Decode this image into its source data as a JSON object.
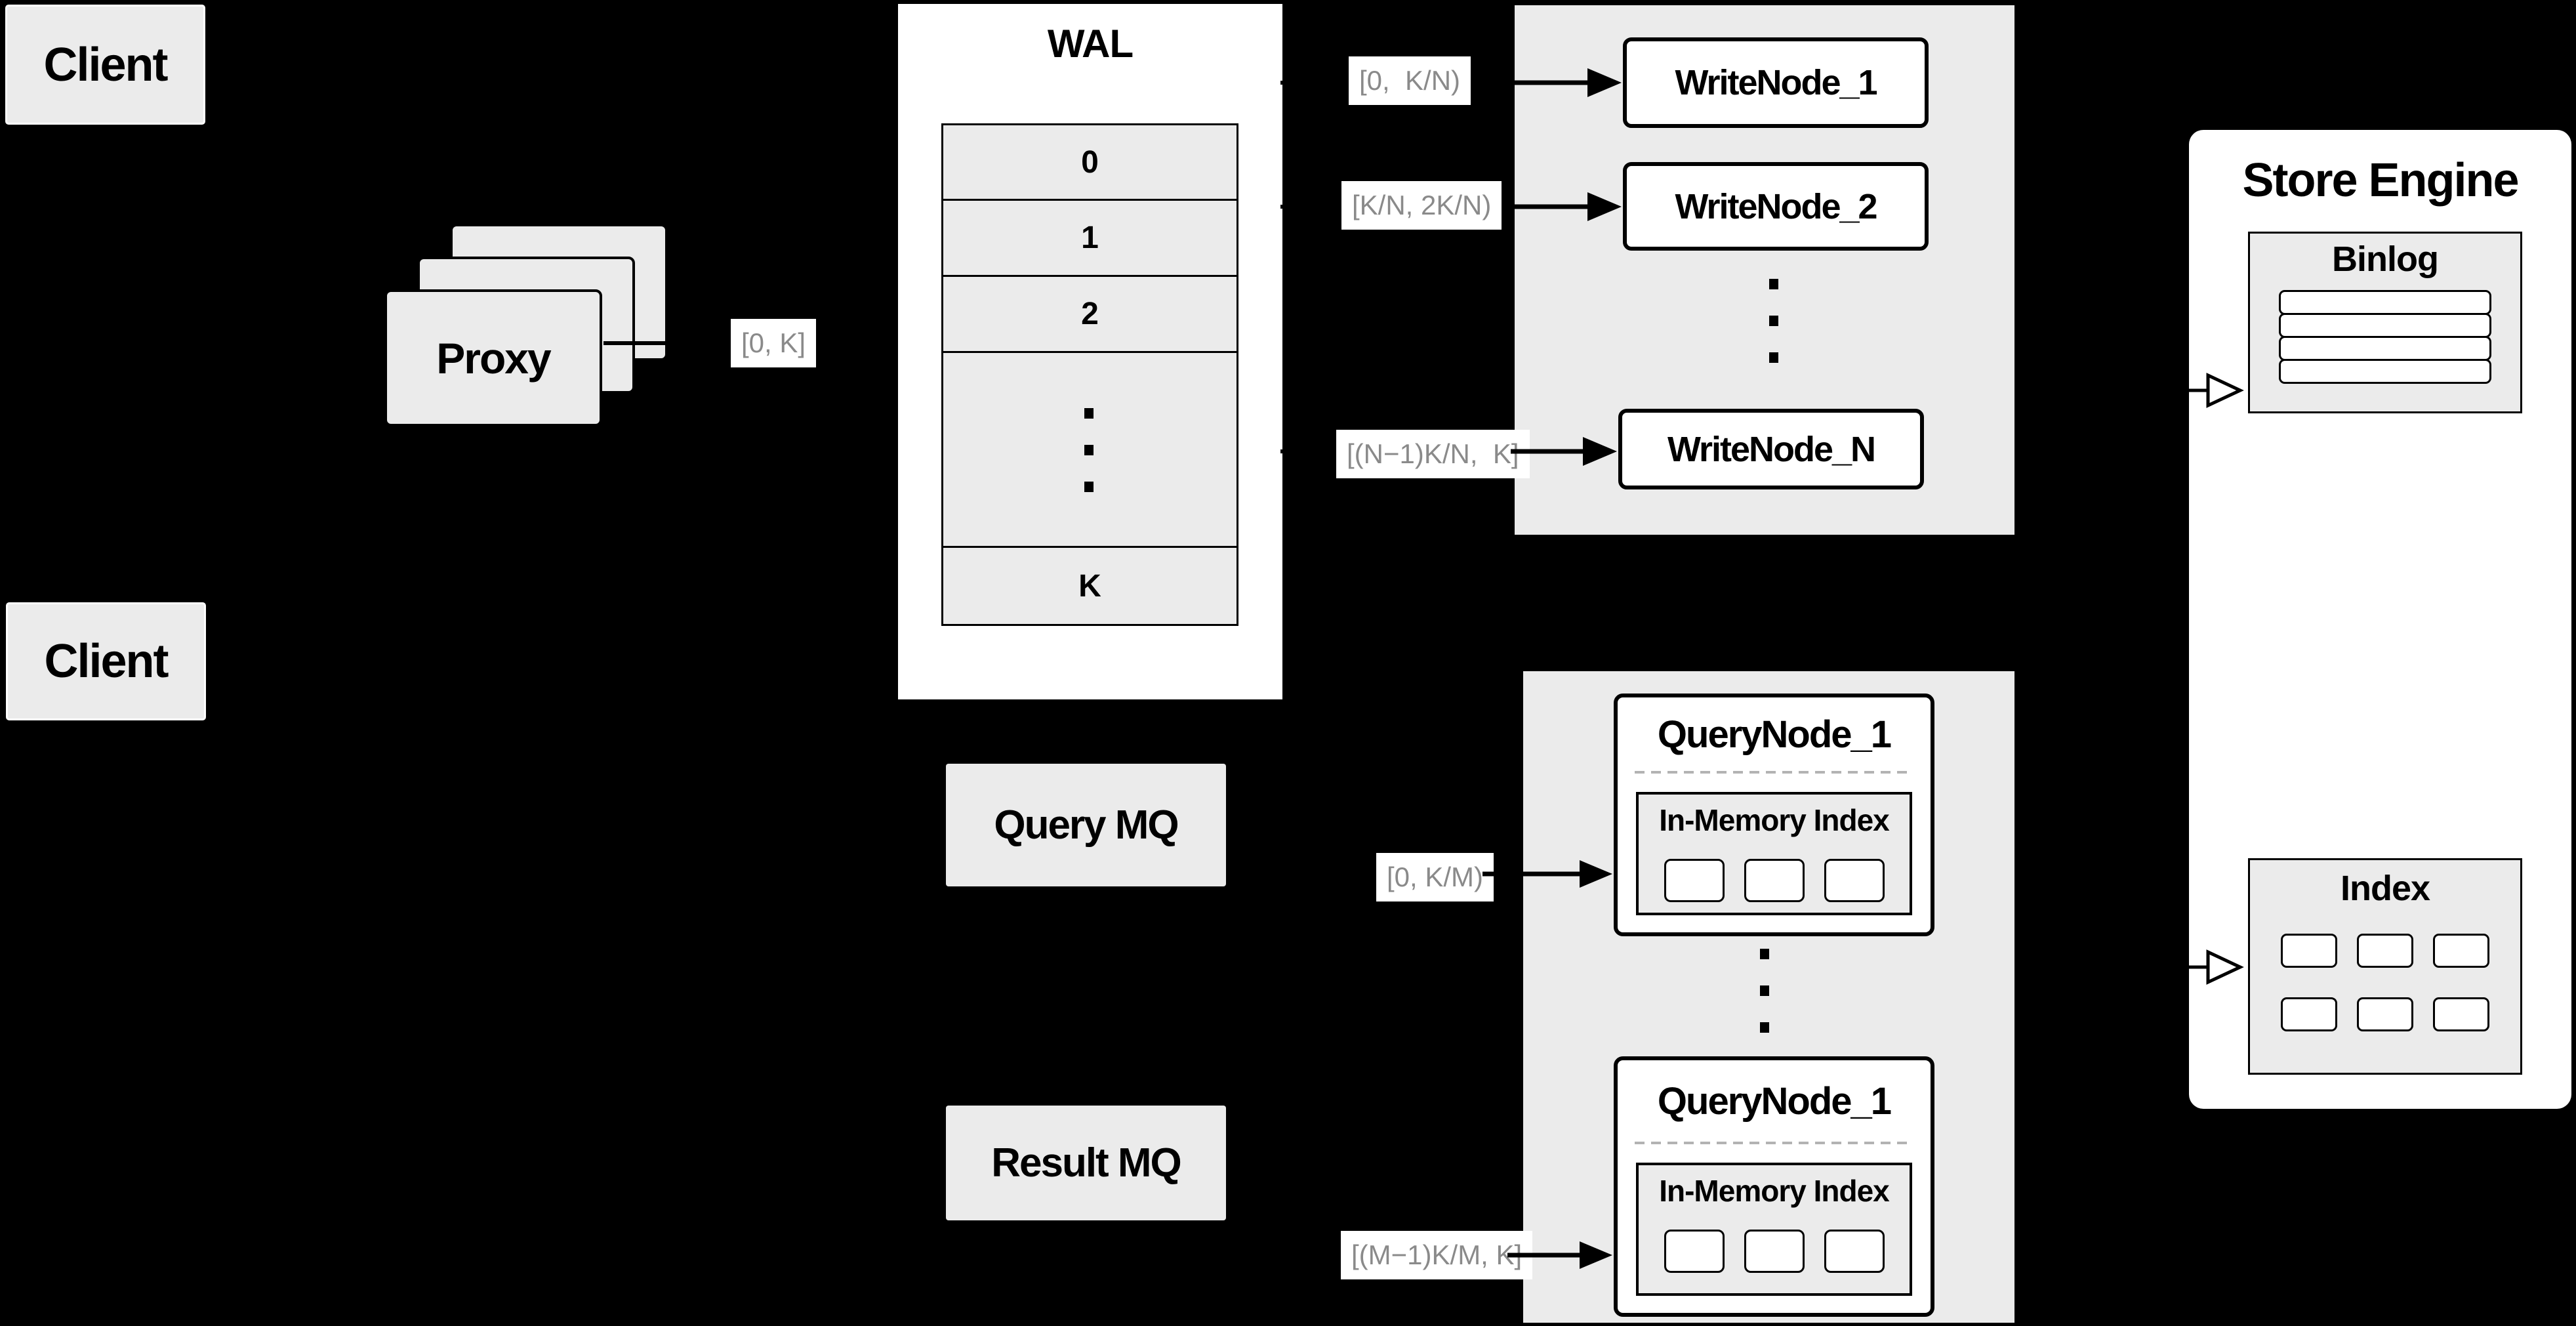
{
  "palette": {
    "background": "#000000",
    "panel_gray": "#ebebeb",
    "surface_white": "#ffffff",
    "line_black": "#000000",
    "label_text_gray": "#8a8a8a",
    "dash_gray": "#b3b3b3"
  },
  "client_top": {
    "label": "Client"
  },
  "client_bottom": {
    "label": "Client"
  },
  "proxy": {
    "label": "Proxy"
  },
  "wal": {
    "title": "WAL",
    "row_0": "0",
    "row_1": "1",
    "row_2": "2",
    "row_k": "K"
  },
  "write_cluster": {
    "node_1": "WriteNode_1",
    "node_2": "WriteNode_2",
    "node_n": "WriteNode_N"
  },
  "query_cluster": {
    "node_top": {
      "title": "QueryNode_1",
      "index_label": "In-Memory Index"
    },
    "node_bottom": {
      "title": "QueryNode_1",
      "index_label": "In-Memory Index"
    }
  },
  "queues": {
    "query_mq": "Query MQ",
    "result_mq": "Result MQ"
  },
  "store_engine": {
    "title": "Store Engine",
    "binlog_title": "Binlog",
    "index_title": "Index"
  },
  "flow_labels": {
    "proxy_range": "[0, K]",
    "write_1": "[0,  K/N)",
    "write_2": "[K/N, 2K/N)",
    "write_n": "[(N−1)K/N,  K]",
    "query_1": "[0, K/M)",
    "query_m": "[(M−1)K/M, K]"
  }
}
